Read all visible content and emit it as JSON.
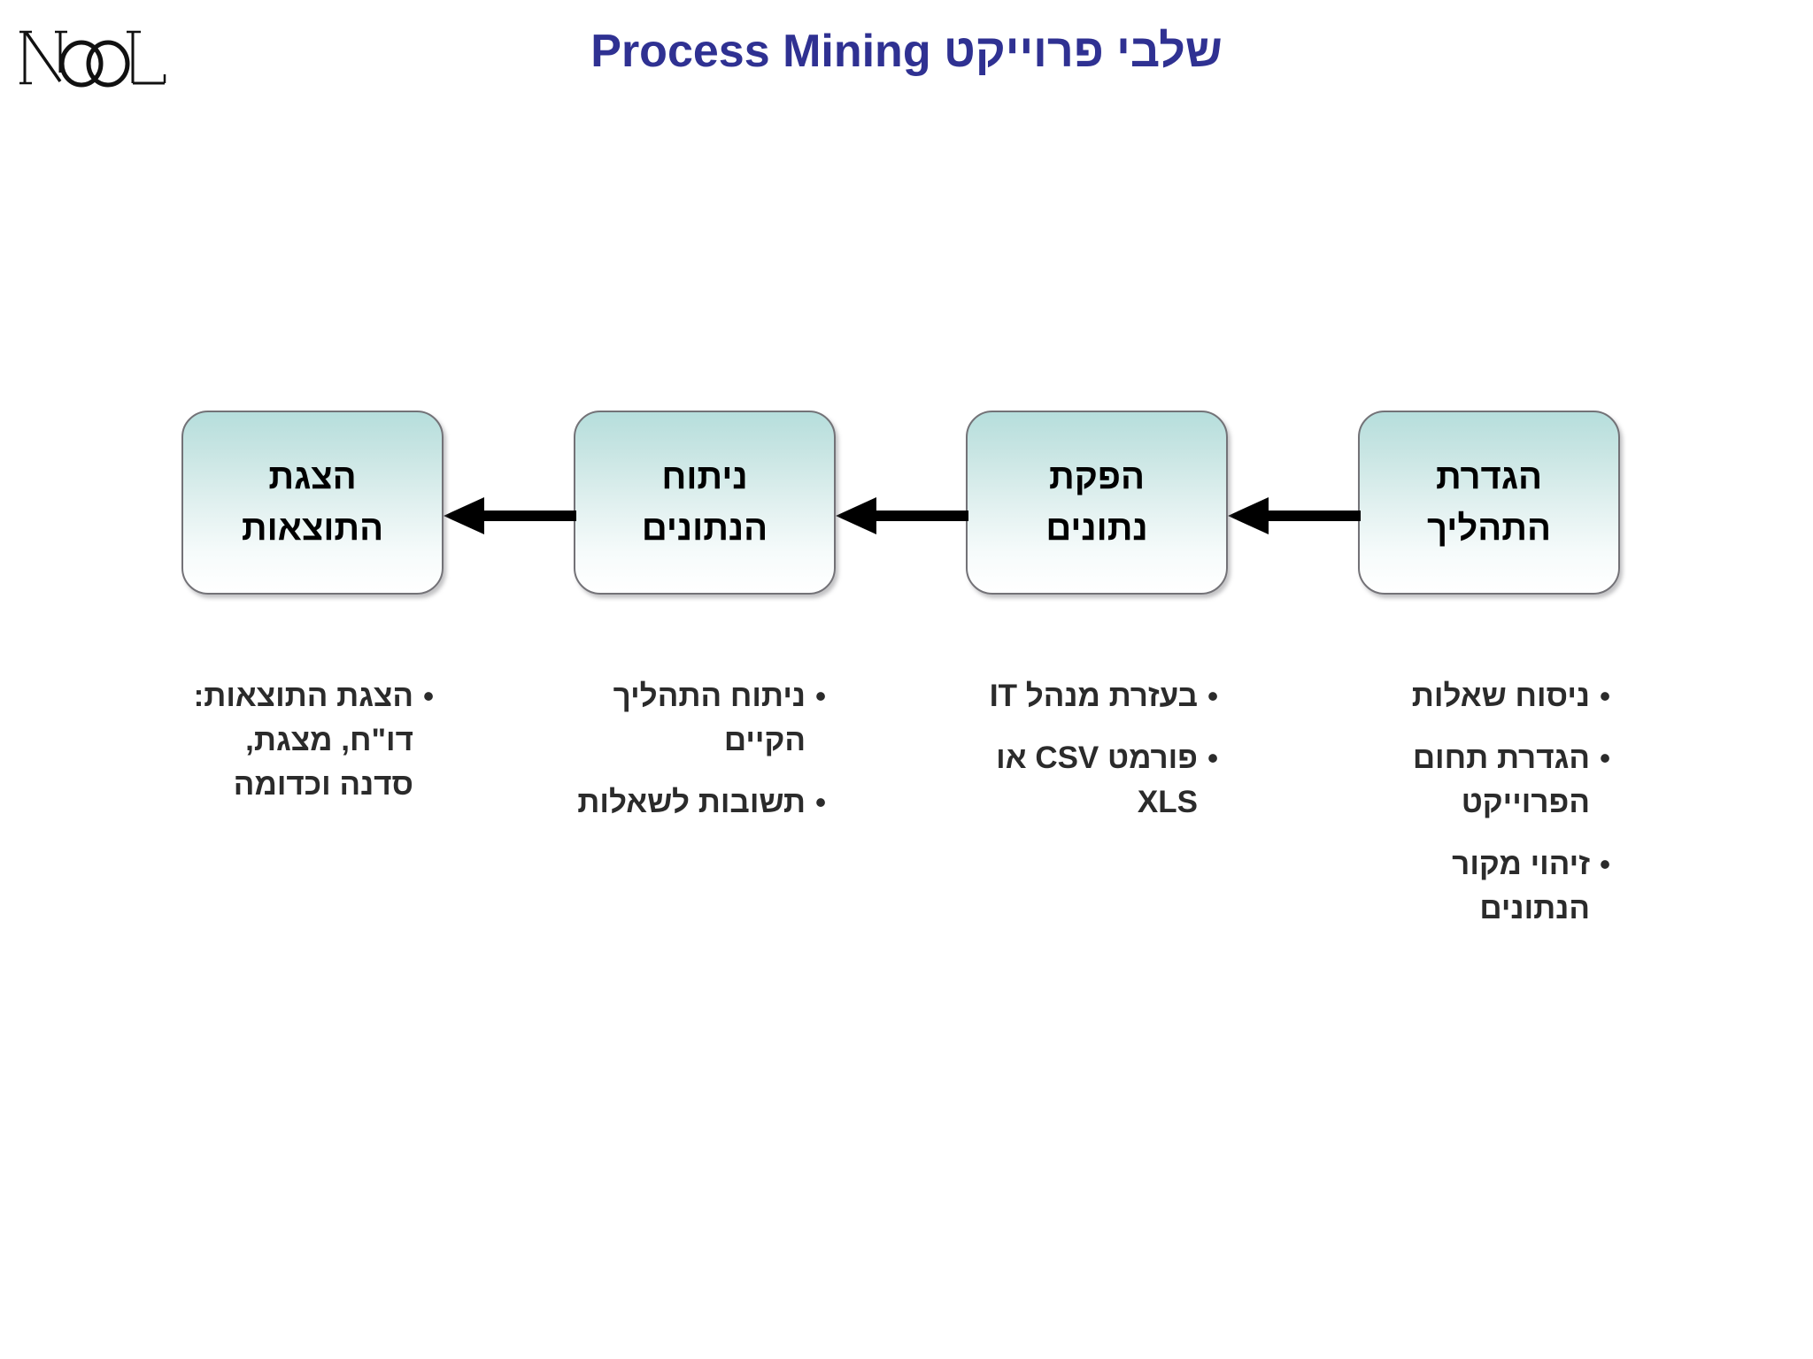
{
  "brand": {
    "logo_text": "NOOL",
    "logo_name": "nool-logo"
  },
  "title": "שלבי פרוייקט  Process Mining",
  "accent_color": "#2F3192",
  "box_gradient_top": "#B6DEDC",
  "box_gradient_bottom": "#FFFFFF",
  "box_border_color": "#737277",
  "text_color": "#2B2B2B",
  "flow": {
    "direction": "right-to-left",
    "steps": [
      {
        "id": "step-define-process",
        "line1": "הגדרת",
        "line2": "התהליך",
        "bullets": [
          "ניסוח שאלות",
          "הגדרת תחום הפרוייקט",
          "זיהוי מקור הנתונים"
        ]
      },
      {
        "id": "step-extract-data",
        "line1": "הפקת",
        "line2": "נתונים",
        "bullets": [
          "בעזרת מנהל IT",
          "פורמט  CSV  או XLS"
        ]
      },
      {
        "id": "step-analyze-data",
        "line1": "ניתוח",
        "line2": "הנתונים",
        "bullets": [
          "ניתוח התהליך הקיים",
          "תשובות לשאלות"
        ]
      },
      {
        "id": "step-present-results",
        "line1": "הצגת",
        "line2": "התוצאות",
        "bullets": [
          "הצגת התוצאות: דו\"ח, מצגת, סדנה וכדומה"
        ]
      }
    ],
    "arrows": [
      {
        "name": "arrow-define-to-extract",
        "glyph": "left-arrow-icon"
      },
      {
        "name": "arrow-extract-to-analyze",
        "glyph": "left-arrow-icon"
      },
      {
        "name": "arrow-analyze-to-present",
        "glyph": "left-arrow-icon"
      }
    ],
    "bullet_glyph": "•"
  }
}
